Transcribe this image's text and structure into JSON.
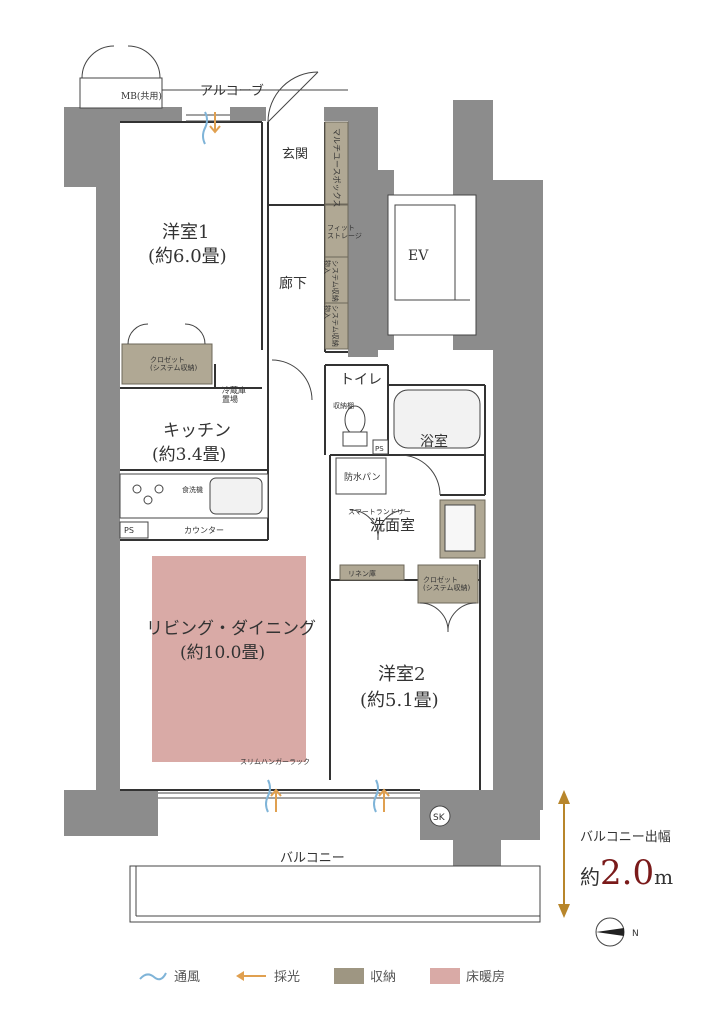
{
  "rooms": {
    "mb": "MB(共用)",
    "alcove": "アルコーブ",
    "entrance": "玄関",
    "multi_box": "マルチユースボックス",
    "fit_storage": "フィット\nストレージ",
    "sys_storage": "システム収納\n物入",
    "hallway": "廊下",
    "ev": "EV",
    "western1_name": "洋室1",
    "western1_size": "(約6.0畳)",
    "closet1": "クロゼット\n(システム収納)",
    "pantry": "冷蔵庫\n置場",
    "kitchen_name": "キッチン",
    "kitchen_size": "(約3.4畳)",
    "dish_drawer": "食洗機",
    "counter": "カウンター",
    "ps": "PS",
    "toilet": "トイレ",
    "toilet_storage": "収納棚",
    "bath": "浴室",
    "waterproof_pan": "防水パン",
    "smart_laundry": "スマートランドリー",
    "washroom": "洗面室",
    "linen": "リネン庫",
    "closet2": "クロゼット\n(システム収納)",
    "living_name": "リビング・ダイニング",
    "living_size": "(約10.0畳)",
    "western2_name": "洋室2",
    "western2_size": "(約5.1畳)",
    "hanger_rack": "スリムハンガーラック",
    "sk": "SK",
    "balcony": "バルコニー"
  },
  "annotation": {
    "label": "バルコニー出幅",
    "prefix": "約",
    "value": "2.0",
    "unit": "m"
  },
  "compass": {
    "north": "N"
  },
  "legend": [
    {
      "label": "通風",
      "symbol": "wave",
      "color": "#7fb4d8"
    },
    {
      "label": "採光",
      "symbol": "arrow",
      "color": "#e0a050"
    },
    {
      "label": "収納",
      "symbol": "swatch",
      "color": "#9e9682"
    },
    {
      "label": "床暖房",
      "symbol": "swatch",
      "color": "#d9aaa6"
    }
  ],
  "colors": {
    "wall": "#8c8c8c",
    "storage": "#b0a894",
    "floor_heating": "#d9aaa6",
    "accent": "#7a1a1a"
  }
}
